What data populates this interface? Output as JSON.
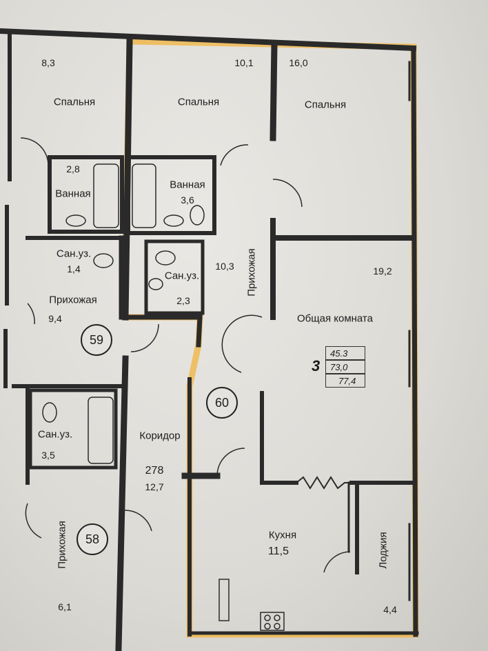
{
  "colors": {
    "wall": "#2a2a2a",
    "highlight": "#f2b33d"
  },
  "rooms": {
    "bedroom_left": {
      "name": "Спальня",
      "area": "8,3"
    },
    "bedroom_mid": {
      "name": "Спальня",
      "area": "10,1"
    },
    "bedroom_right": {
      "name": "Спальня",
      "area": "16,0"
    },
    "bath_left": {
      "name": "Ванная",
      "area": "2,8"
    },
    "bath_mid": {
      "name": "Ванная",
      "area": "3,6"
    },
    "wc_left": {
      "name": "Сан.уз.",
      "area": "1,4"
    },
    "wc_mid": {
      "name": "Сан.уз.",
      "area": "2,3"
    },
    "hall_left": {
      "name": "Прихожая",
      "area": "9,4"
    },
    "hall_mid": {
      "name": "Прихожая",
      "area": "10,3"
    },
    "living": {
      "name": "Общая комната",
      "area": "19,2"
    },
    "wc_lower": {
      "name": "Сан.уз.",
      "area": "3,5"
    },
    "corridor": {
      "name": "Коридор",
      "number": "278",
      "area": "12,7"
    },
    "hall_lower": {
      "name": "Прихожая",
      "area": "6,1"
    },
    "kitchen": {
      "name": "Кухня",
      "area": "11,5"
    },
    "loggia": {
      "name": "Лоджия",
      "area": "4,4"
    }
  },
  "apartments": {
    "a59": "59",
    "a60": "60",
    "a58": "58"
  },
  "apartment_info": {
    "rooms": "3",
    "living_area": "45.3",
    "total_area": "73,0",
    "total_with_loggia": "77,4"
  }
}
